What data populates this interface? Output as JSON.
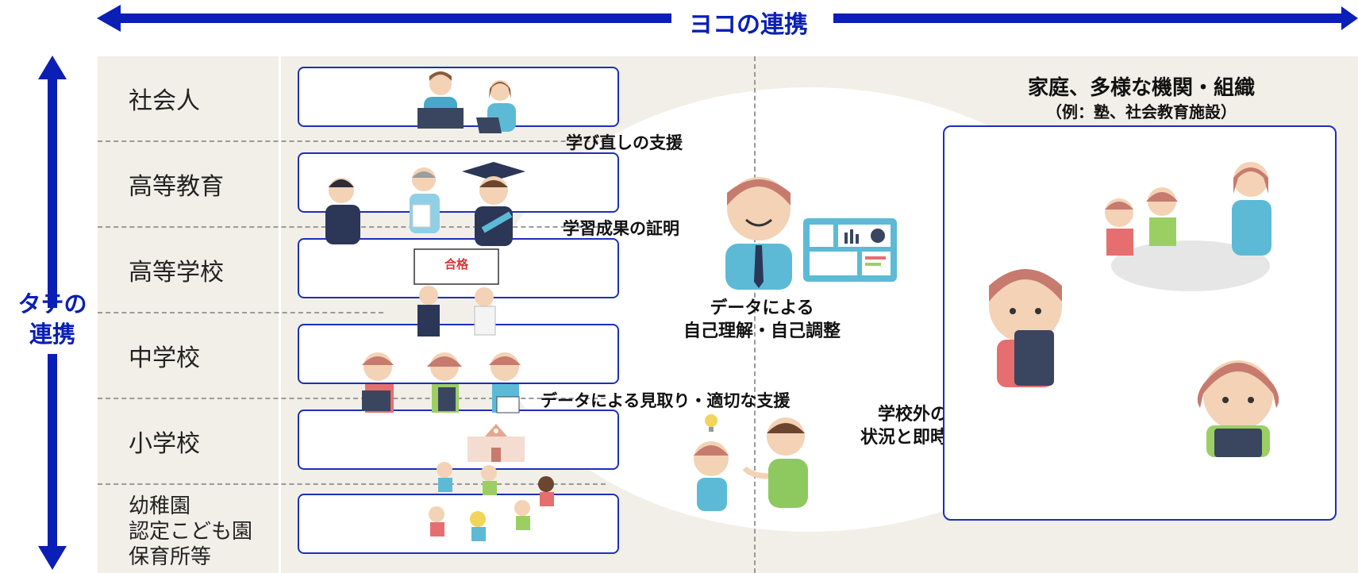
{
  "horizontal_axis": {
    "label": "ヨコの連携"
  },
  "vertical_axis": {
    "label_line1": "タテの",
    "label_line2": "連携"
  },
  "stages": [
    {
      "label": "社会人"
    },
    {
      "label": "高等教育"
    },
    {
      "label": "高等学校"
    },
    {
      "label": "中学校"
    },
    {
      "label": "小学校"
    },
    {
      "label_lines": [
        "幼稚園",
        "認定こども園",
        "保育所等"
      ]
    }
  ],
  "annotations": {
    "relearning": "学び直しの支援",
    "certification": "学習成果の証明",
    "observation": "データによる見取り・適切な支援"
  },
  "data_use": {
    "line1": "データによる",
    "line2": "自己理解・自己調整"
  },
  "outside": {
    "title": "家庭、多様な機関・組織",
    "subtitle": "（例：塾、社会教育施設）",
    "link_line1": "学校外の学びの",
    "link_line2": "状況と即時的に連携"
  },
  "sign_text": "合格",
  "colors": {
    "axis_arrow": "#0a1fb5",
    "box_border": "#1d2fb8",
    "background_panel": "#f2efe8"
  }
}
